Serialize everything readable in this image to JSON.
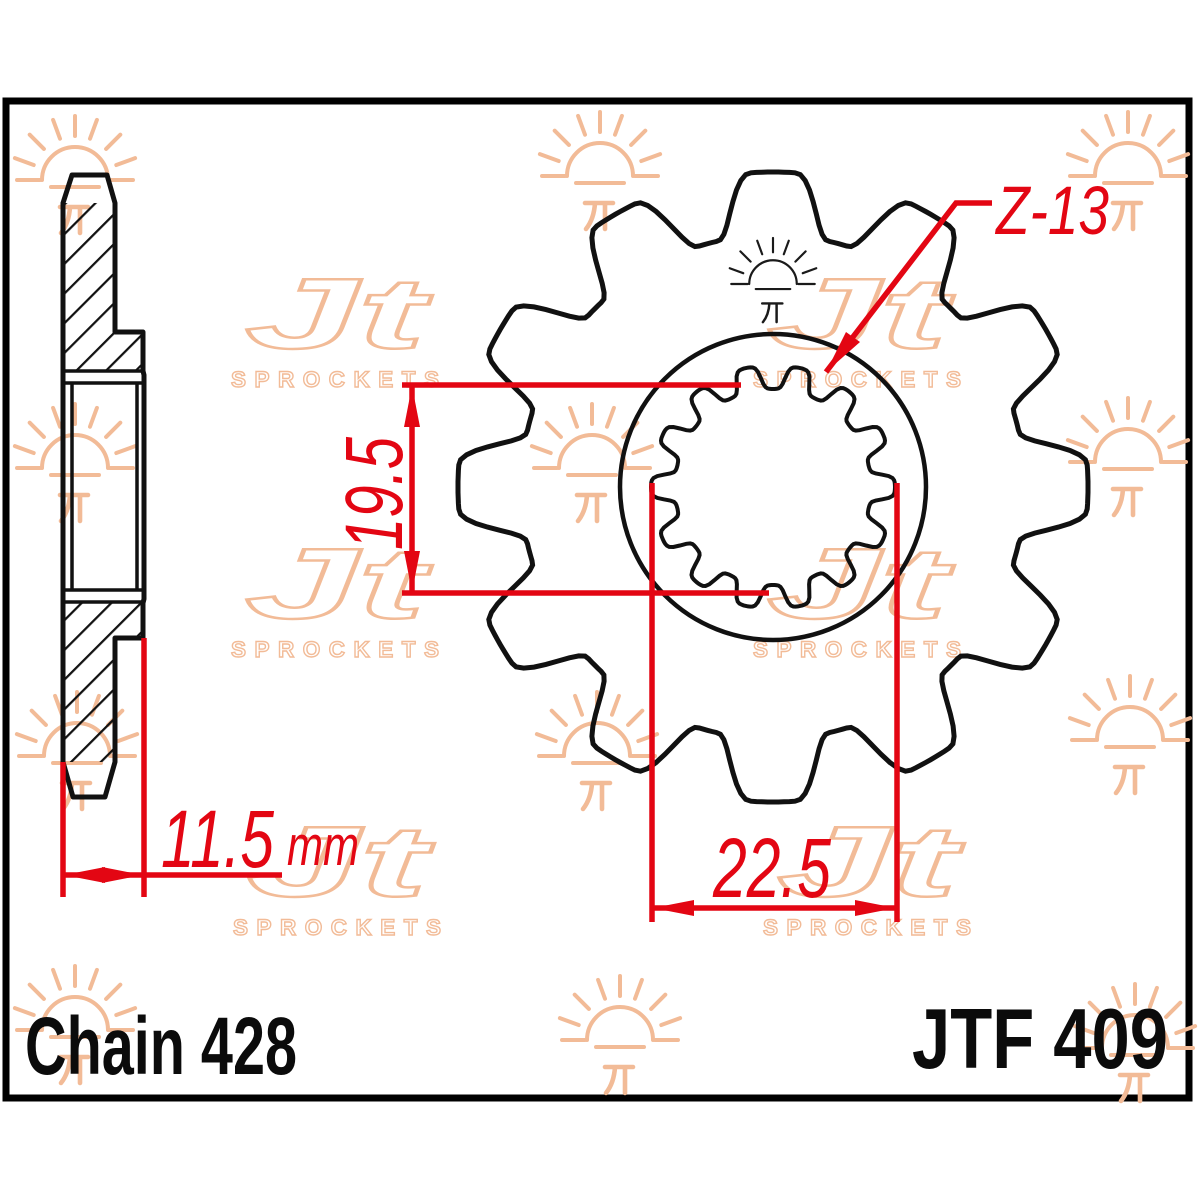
{
  "labels": {
    "tooth_count": "Z-13",
    "spline_height": "19.5",
    "spline_width": "22.5",
    "thickness_value": "11.5",
    "thickness_unit": "mm",
    "chain_size": "Chain 428",
    "part_number": "JTF 409"
  },
  "watermark": {
    "logo_jt": "Jt",
    "logo_sprockets": "SPROCKETS"
  },
  "colors": {
    "dimension_red": "#e30613",
    "line_black": "#111111",
    "watermark_peach": "#f2bb97",
    "background": "#ffffff"
  }
}
